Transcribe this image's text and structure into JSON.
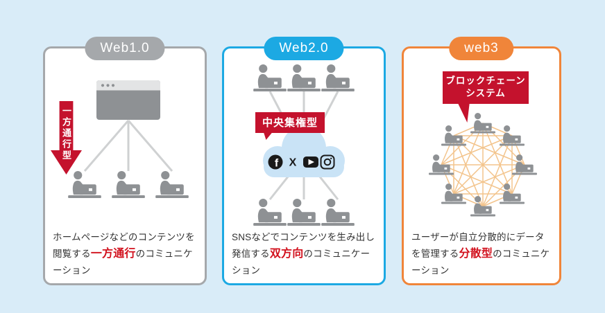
{
  "colors": {
    "background": "#d9ecf8",
    "panel_background": "#ffffff",
    "web1_accent": "#a5a8ab",
    "web2_accent": "#1ca9e3",
    "web3_accent": "#f0853a",
    "red_shape": "#c4122d",
    "red_highlight_text": "#d2121e",
    "icon_gray": "#8e9194",
    "connector_gray": "#cfd1d2",
    "mesh_orange": "#f3c48c",
    "cloud_blue": "#c9e3f6",
    "body_text": "#333333"
  },
  "panels": [
    {
      "badge": "Web1.0",
      "arrow_label": "一方通行型",
      "caption": {
        "pre": "ホームページなどのコンテンツを閲覧する",
        "highlight": "一方通行",
        "post": "のコミュニケーション"
      }
    },
    {
      "badge": "Web2.0",
      "bubble_label": "中央集権型",
      "sns_icons": [
        "facebook",
        "x",
        "youtube",
        "instagram"
      ],
      "caption": {
        "pre": "SNSなどでコンテンツを生み出し発信する",
        "highlight": "双方向",
        "post": "のコミュニケーション"
      }
    },
    {
      "badge": "web3",
      "bubble_line1": "ブロックチェーン",
      "bubble_line2": "システム",
      "caption": {
        "pre": "ユーザーが自立分散的にデータを管理する",
        "highlight": "分散型",
        "post": "のコミュニケーション"
      }
    }
  ]
}
